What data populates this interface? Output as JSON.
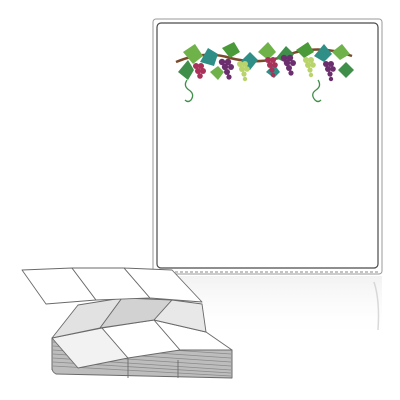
{
  "colors": {
    "background": "#ffffff",
    "label_outline": "#4a4a4a",
    "perforation": "#8a8a8a",
    "grape_purple": "#6b2f6e",
    "grape_red": "#a8325a",
    "grape_green": "#b8d46a",
    "leaf_green": "#3f8f4a",
    "leaf_teal": "#2f8f86",
    "vine_brown": "#7a4a2a",
    "fanfold_gray": "#d9d9d9",
    "stack_edge": "#7a7a7a"
  },
  "illustration": {
    "sheet": "label-sheet",
    "decoration": "grape-vine-garland",
    "stack": "fanfold-label-stack",
    "reflection": "sheet-reflection"
  }
}
